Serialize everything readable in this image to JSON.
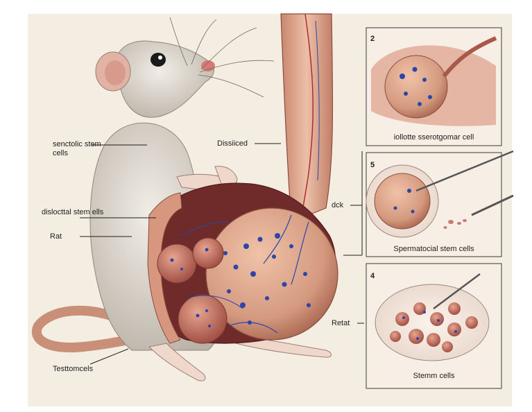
{
  "labels": {
    "sertoli": "senctolic stem cells",
    "dissected": "Dissiiced",
    "dislocated": "dislocttal stem ells",
    "rat": "Rat",
    "dck": "dck",
    "retat": "Retat",
    "testomcels": "Testtomcels"
  },
  "panels": [
    {
      "number": "2",
      "caption": "iollotte sserotgomar cell"
    },
    {
      "number": "5",
      "caption": "Spermatocial stem cells"
    },
    {
      "number": "4",
      "caption": "Stemm cells"
    }
  ],
  "colors": {
    "paper": "#f4ede2",
    "tissue": "#d9a089",
    "tissue_dark": "#a8594a",
    "vessel_red": "#a82f2f",
    "vessel_blue": "#2b46a8",
    "fur": "#dcd6cc",
    "tail": "#c98f78",
    "panel_border": "#3a3a3a"
  }
}
